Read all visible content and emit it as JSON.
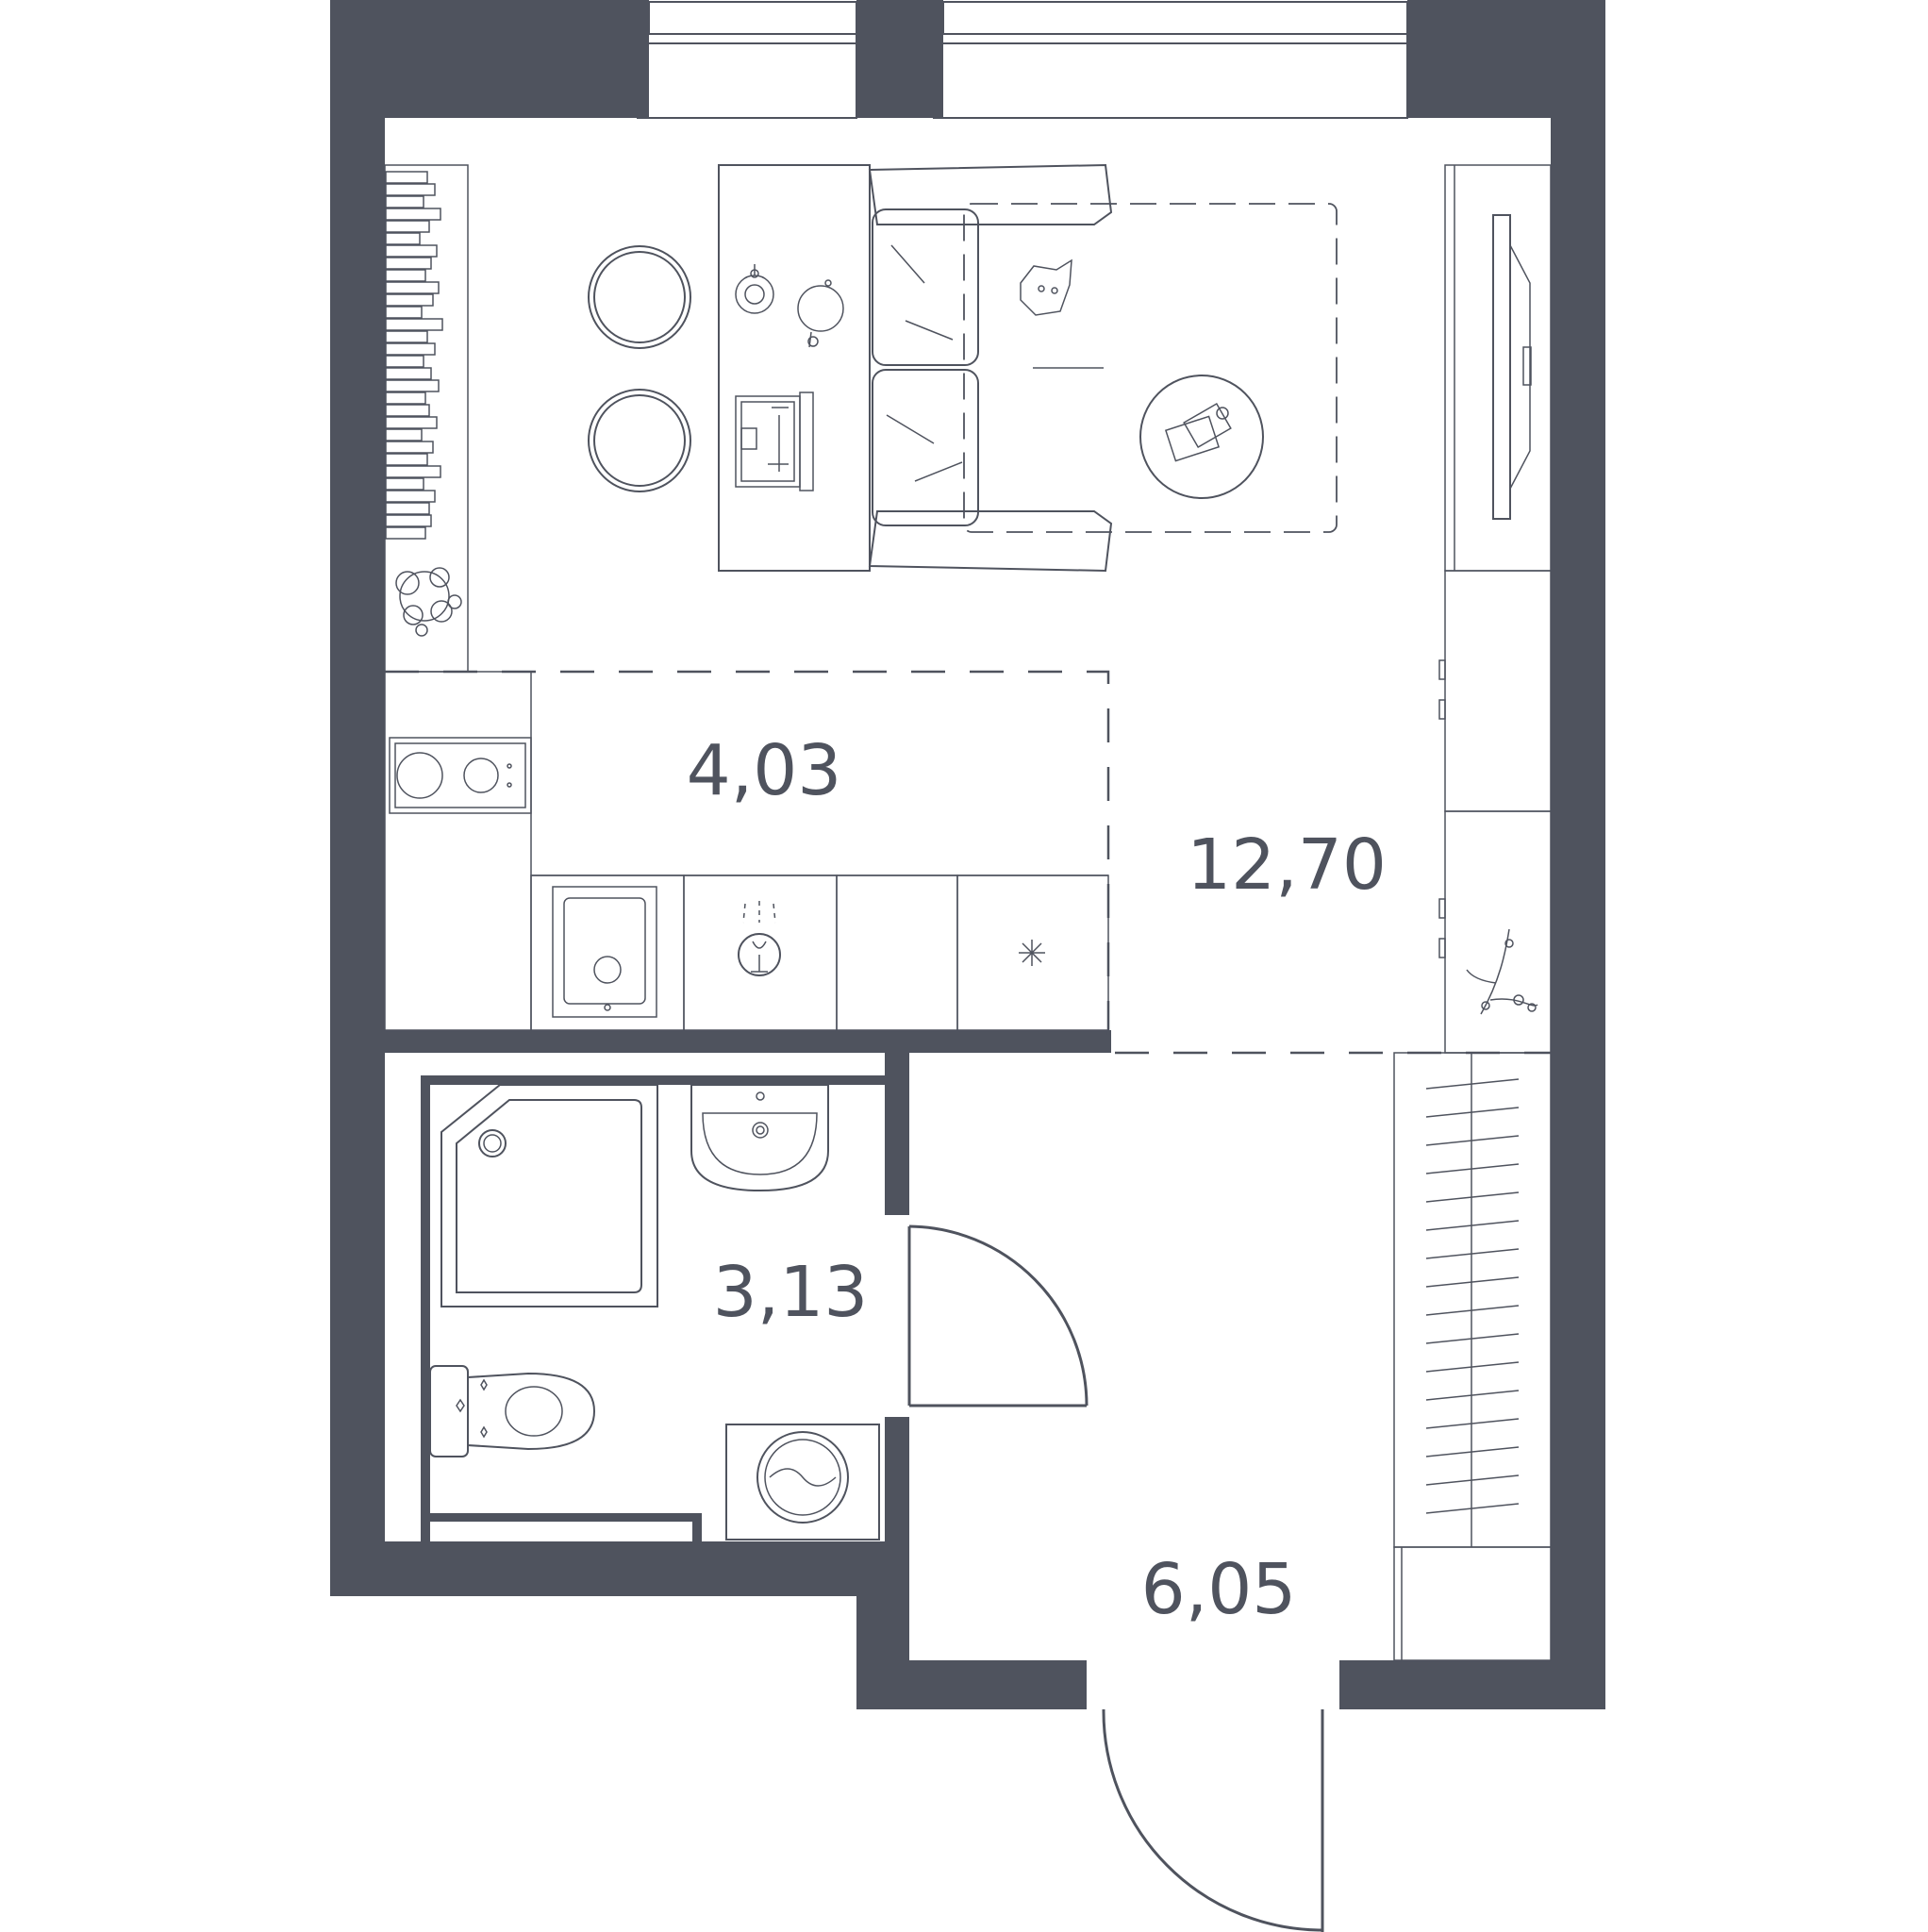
{
  "rooms": [
    {
      "id": "kitchen",
      "area": "4,03"
    },
    {
      "id": "living",
      "area": "12,70"
    },
    {
      "id": "bathroom",
      "area": "3,13"
    },
    {
      "id": "hallway",
      "area": "6,05"
    }
  ],
  "colors": {
    "wall": "#4f535e",
    "background": "#ffffff"
  }
}
